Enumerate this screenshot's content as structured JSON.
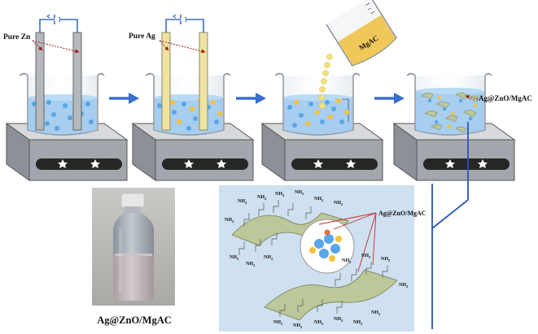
{
  "labels": {
    "pure_zn": "Pure Zn",
    "pure_ag": "Pure Ag",
    "mgac_beaker": "MgAC",
    "product_label": "Ag@ZnO/MgAC",
    "inset_label": "Ag@ZnO/MgAC",
    "photo_caption": "Ag@ZnO/MgAC",
    "amine": "NH",
    "amine_sub": "2"
  },
  "colors": {
    "arrow": "#3a6fcf",
    "pointer": "#9b1c1c",
    "zn_electrode": "#b5b9bd",
    "ag_electrode": "#efe3a2",
    "solution": "#9ec9ee",
    "zn_particle": "#58a6e6",
    "ag_particle": "#f2c23c",
    "sheet": "#bcc89a",
    "inset_bg": "#cfe0f1",
    "circuit": "#3b6fc8",
    "stirrer_top": "#d7d9dd",
    "stirrer_base": "#7f8389"
  }
}
